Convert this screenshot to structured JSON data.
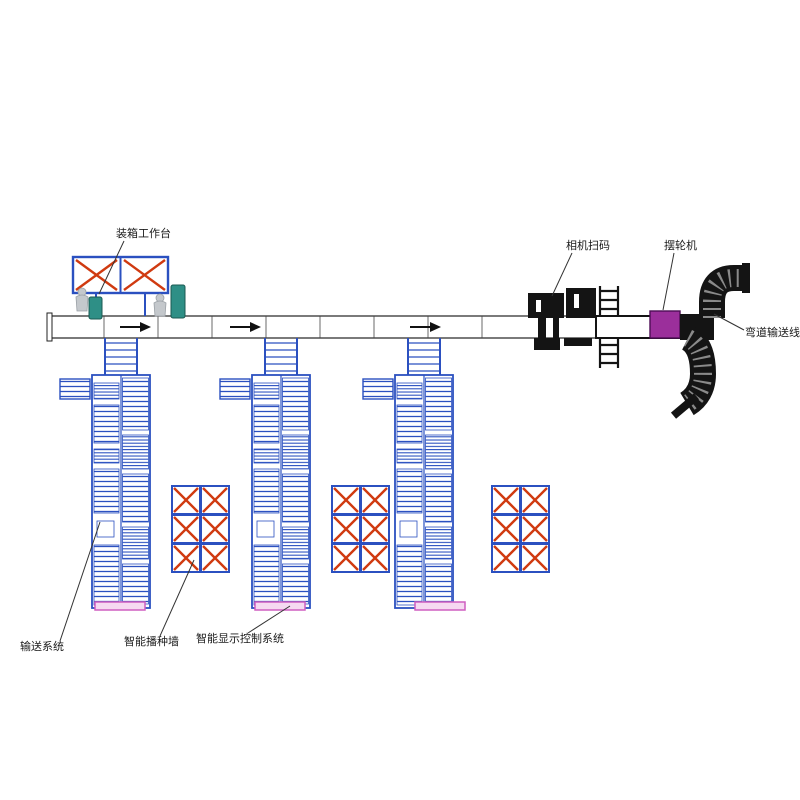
{
  "diagram": {
    "labels": {
      "packing_station": "装箱工作台",
      "camera_scan": "相机扫码",
      "swing_wheel_sorter": "摆轮机",
      "curved_conveyor": "弯道输送线",
      "conveyor_system": "输送系统",
      "smart_seeding_wall": "智能播种墙",
      "smart_display_control": "智能显示控制系统"
    },
    "colors": {
      "rack_blue": "#2b50c0",
      "cross_red": "#d03a10",
      "sorter_purple": "#9b2f9b",
      "equipment_black": "#141414",
      "marker_pink": "#cf5ec0",
      "cabinet_teal": "#2e8f86",
      "figure_gray": "#c4c8cc"
    }
  }
}
